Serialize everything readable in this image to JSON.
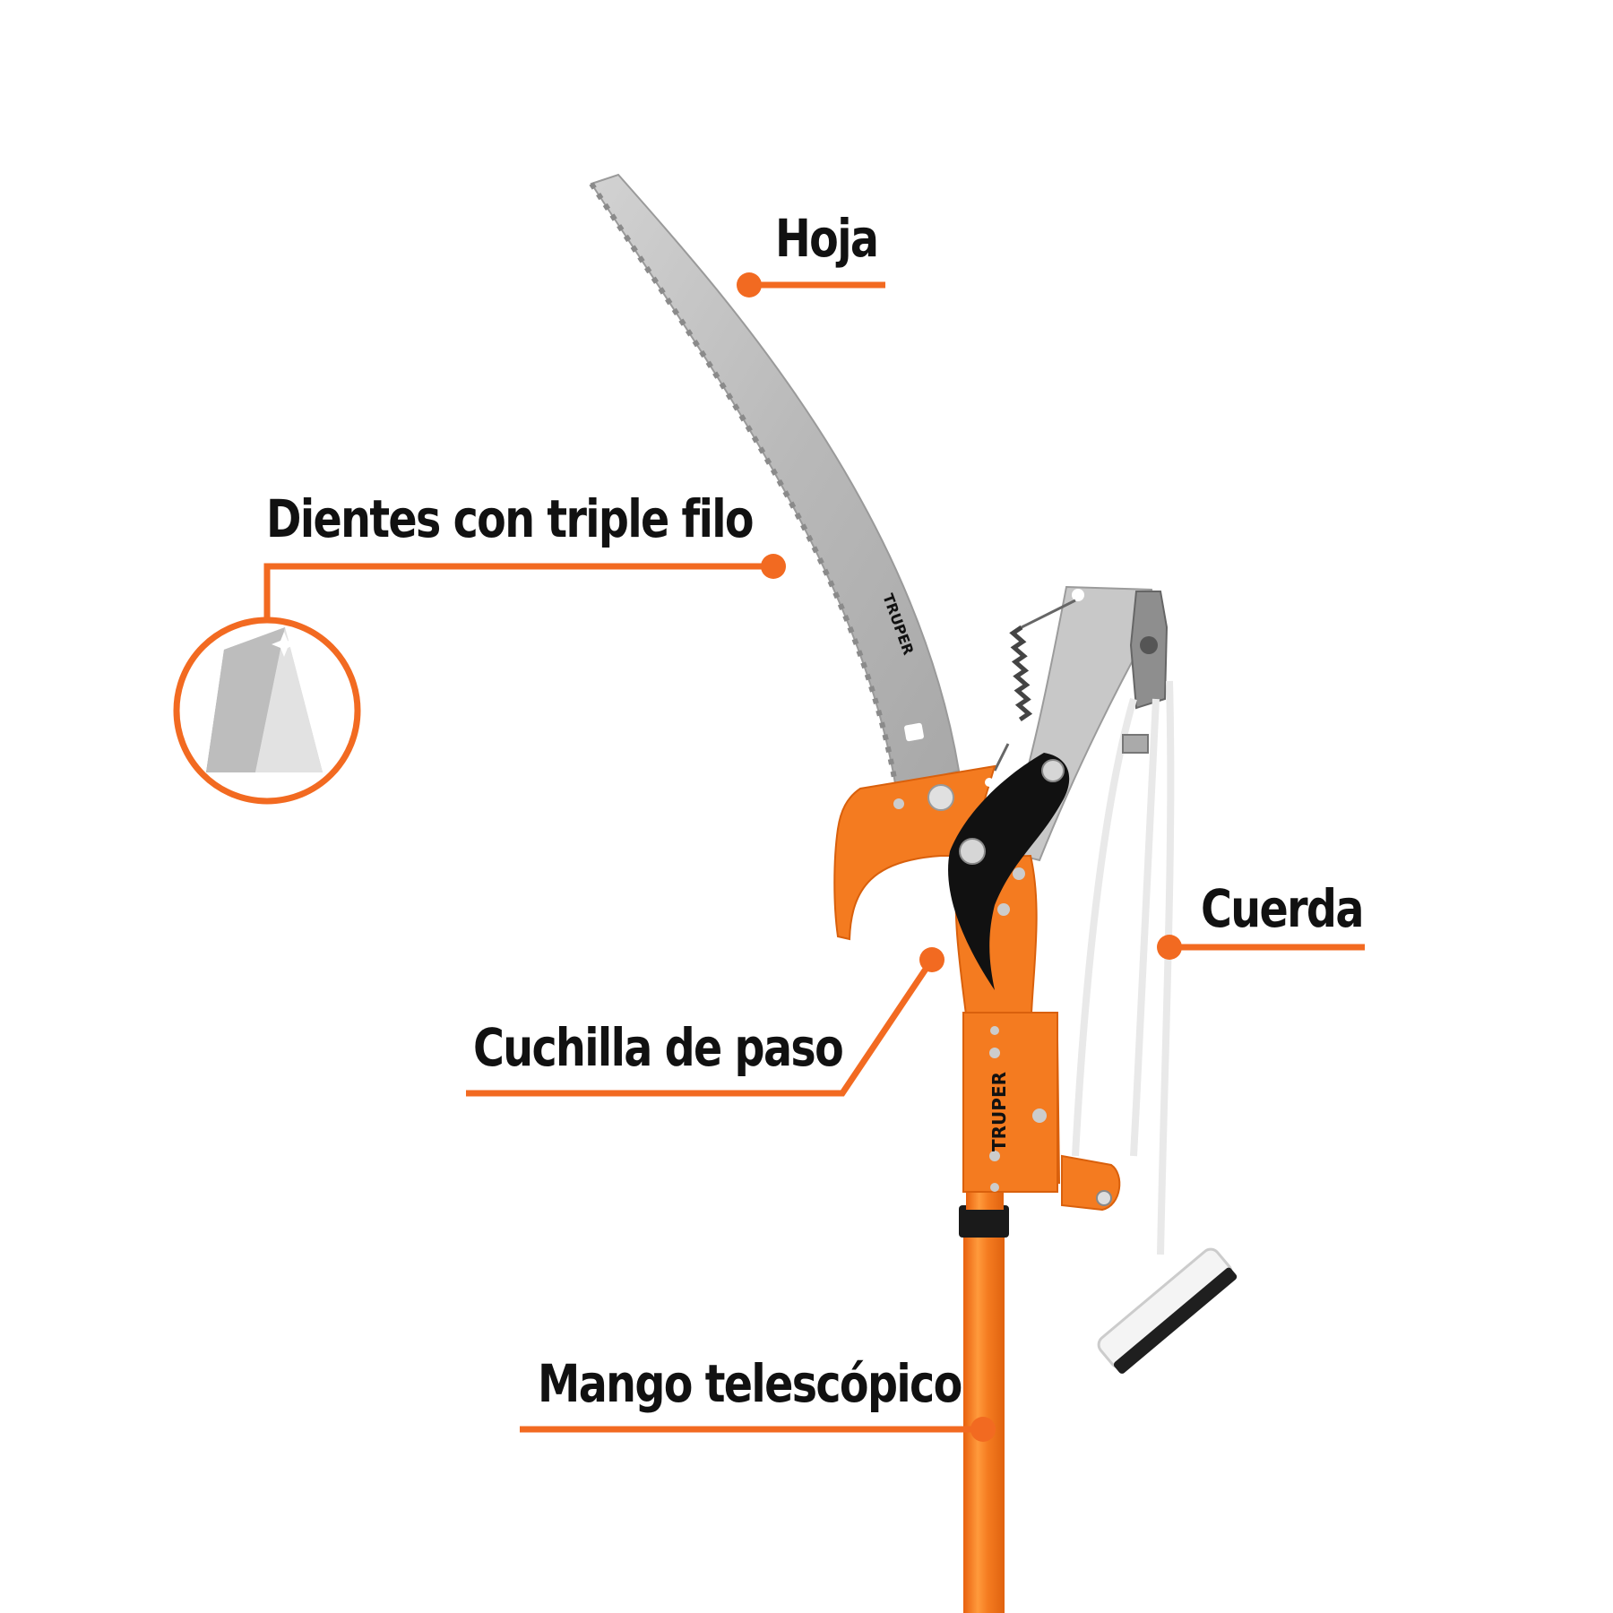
{
  "colors": {
    "accent": "#F26A21",
    "tool_orange": "#F47B20",
    "blade_steel": "#B8B8B8",
    "black_part": "#111111",
    "text": "#111111",
    "background": "#FFFFFF"
  },
  "product": {
    "brand_on_blade": "TRUPER",
    "brand_on_head": "TRUPER"
  },
  "callouts": [
    {
      "id": "hoja",
      "label": "Hoja"
    },
    {
      "id": "dientes",
      "label": "Dientes con triple filo"
    },
    {
      "id": "cuerda",
      "label": "Cuerda"
    },
    {
      "id": "cuchilla",
      "label": "Cuchilla de paso"
    },
    {
      "id": "mango",
      "label": "Mango telescópico"
    }
  ],
  "icons": {
    "teeth_detail": "triple-edge-tooth-icon"
  }
}
